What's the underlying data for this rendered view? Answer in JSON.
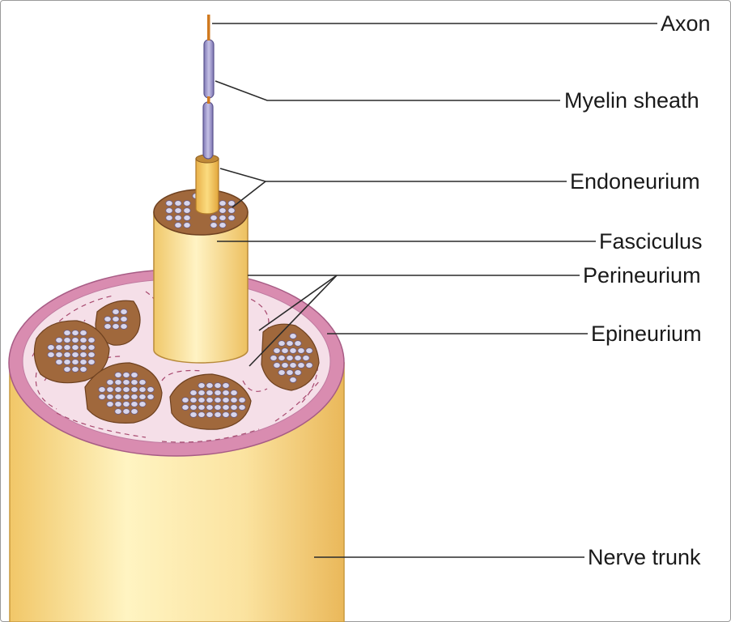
{
  "labels": {
    "axon": "Axon",
    "myelin_sheath": "Myelin sheath",
    "endoneurium": "Endoneurium",
    "fasciculus": "Fasciculus",
    "perineurium": "Perineurium",
    "epineurium": "Epineurium",
    "nerve_trunk": "Nerve trunk"
  },
  "colors": {
    "trunk": "#f8dc8c",
    "epineurium": "#d98cb0",
    "connective": "#f4dde6",
    "fascicle": "#a0683c",
    "fiber": "#d8d6ec",
    "myelin": "#9f98cc",
    "axon": "#d07a20",
    "line": "#2a2a2a"
  }
}
